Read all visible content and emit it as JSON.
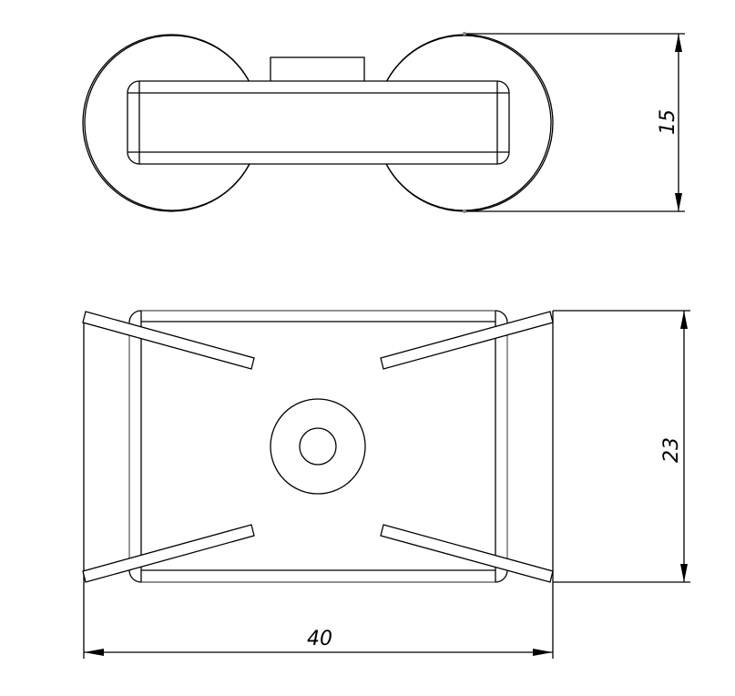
{
  "drawing": {
    "views": [
      "top-view",
      "front-view"
    ],
    "dimensions": {
      "height_top_view": "15",
      "height_front_view": "23",
      "width_front_view": "40"
    },
    "colors": {
      "line": "#000000",
      "hidden_edge": "#6e6e6e",
      "background": "#ffffff"
    }
  }
}
